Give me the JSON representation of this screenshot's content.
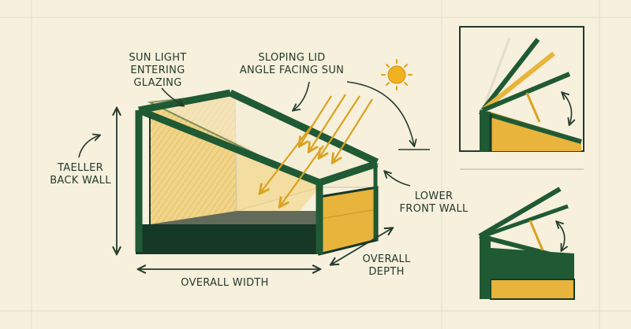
{
  "labels": {
    "sunlight_line1": "SUN LIGHT",
    "sunlight_line2": "ENTERING",
    "sunlight_line3": "GLAZING",
    "lid_line1": "SLOPING LID",
    "lid_line2": "ANGLE FACING SUN",
    "back_line1": "TAELLER",
    "back_line2": "BACK WALL",
    "front_line1": "LOWER",
    "front_line2": "FRONT WALL",
    "depth_line1": "OVERALL",
    "depth_line2": "DEPTH",
    "width": "OVERALL WIDTH"
  },
  "colors": {
    "background": "#f6f0dd",
    "frame_green": "#1f5a34",
    "dark_green": "#163826",
    "wall_yellow": "#e8b43c",
    "glass_light": "#f2e6bf",
    "ink": "#243a2c",
    "sun": "#f0b21f",
    "sun_rays": "#d9a21f"
  },
  "icons": [
    "sun-icon",
    "sunlight-arrow-icon",
    "curved-arrow-icon",
    "double-arrow-icon"
  ]
}
